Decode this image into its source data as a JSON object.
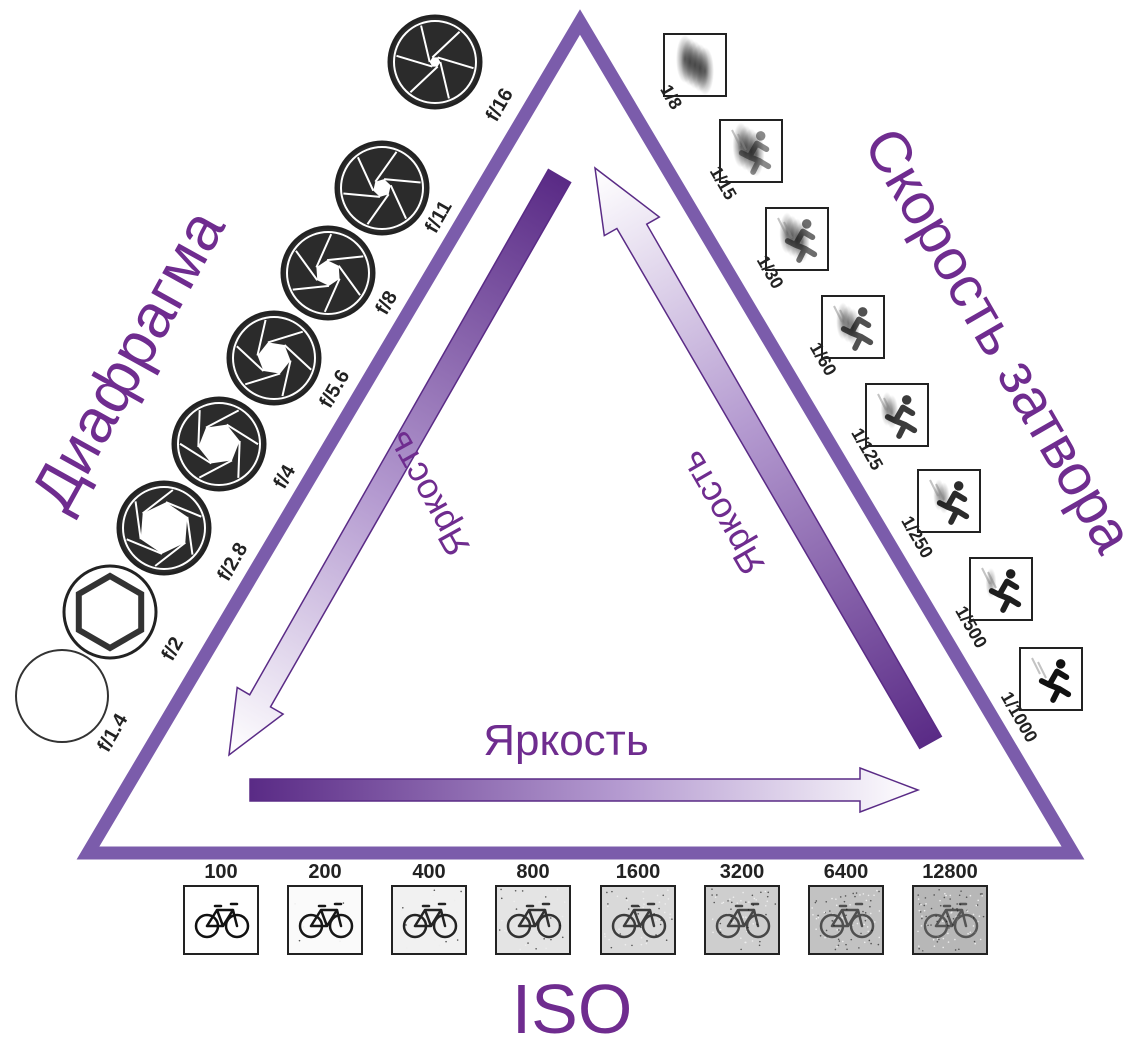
{
  "colors": {
    "purple": "#7b5cab",
    "purple_dark": "#5a2b86",
    "title_purple": "#6f2c8f",
    "aperture_dark": "#2b2b2b"
  },
  "titles": {
    "aperture": "Диафрагма",
    "shutter": "Скорость затвора",
    "iso": "ISO"
  },
  "brightness_labels": {
    "left": "Яркость",
    "right": "Яркость",
    "bottom": "Яркость"
  },
  "aperture_stops": [
    {
      "label": "f/1.4",
      "openness": 1.0
    },
    {
      "label": "f/2",
      "openness": 0.82
    },
    {
      "label": "f/2.8",
      "openness": 0.68
    },
    {
      "label": "f/4",
      "openness": 0.55
    },
    {
      "label": "f/5.6",
      "openness": 0.44
    },
    {
      "label": "f/8",
      "openness": 0.34
    },
    {
      "label": "f/11",
      "openness": 0.24
    },
    {
      "label": "f/16",
      "openness": 0.14
    }
  ],
  "shutter_speeds": [
    {
      "label": "1/8",
      "blur": 1.0
    },
    {
      "label": "1/15",
      "blur": 0.85
    },
    {
      "label": "1/30",
      "blur": 0.65
    },
    {
      "label": "1/60",
      "blur": 0.45
    },
    {
      "label": "1/125",
      "blur": 0.3
    },
    {
      "label": "1/250",
      "blur": 0.18
    },
    {
      "label": "1/500",
      "blur": 0.1
    },
    {
      "label": "1/1000",
      "blur": 0.0
    }
  ],
  "iso_values": [
    {
      "label": "100",
      "noise": 0.0
    },
    {
      "label": "200",
      "noise": 0.05
    },
    {
      "label": "400",
      "noise": 0.15
    },
    {
      "label": "800",
      "noise": 0.28
    },
    {
      "label": "1600",
      "noise": 0.4
    },
    {
      "label": "3200",
      "noise": 0.52
    },
    {
      "label": "6400",
      "noise": 0.64
    },
    {
      "label": "12800",
      "noise": 0.76
    }
  ]
}
